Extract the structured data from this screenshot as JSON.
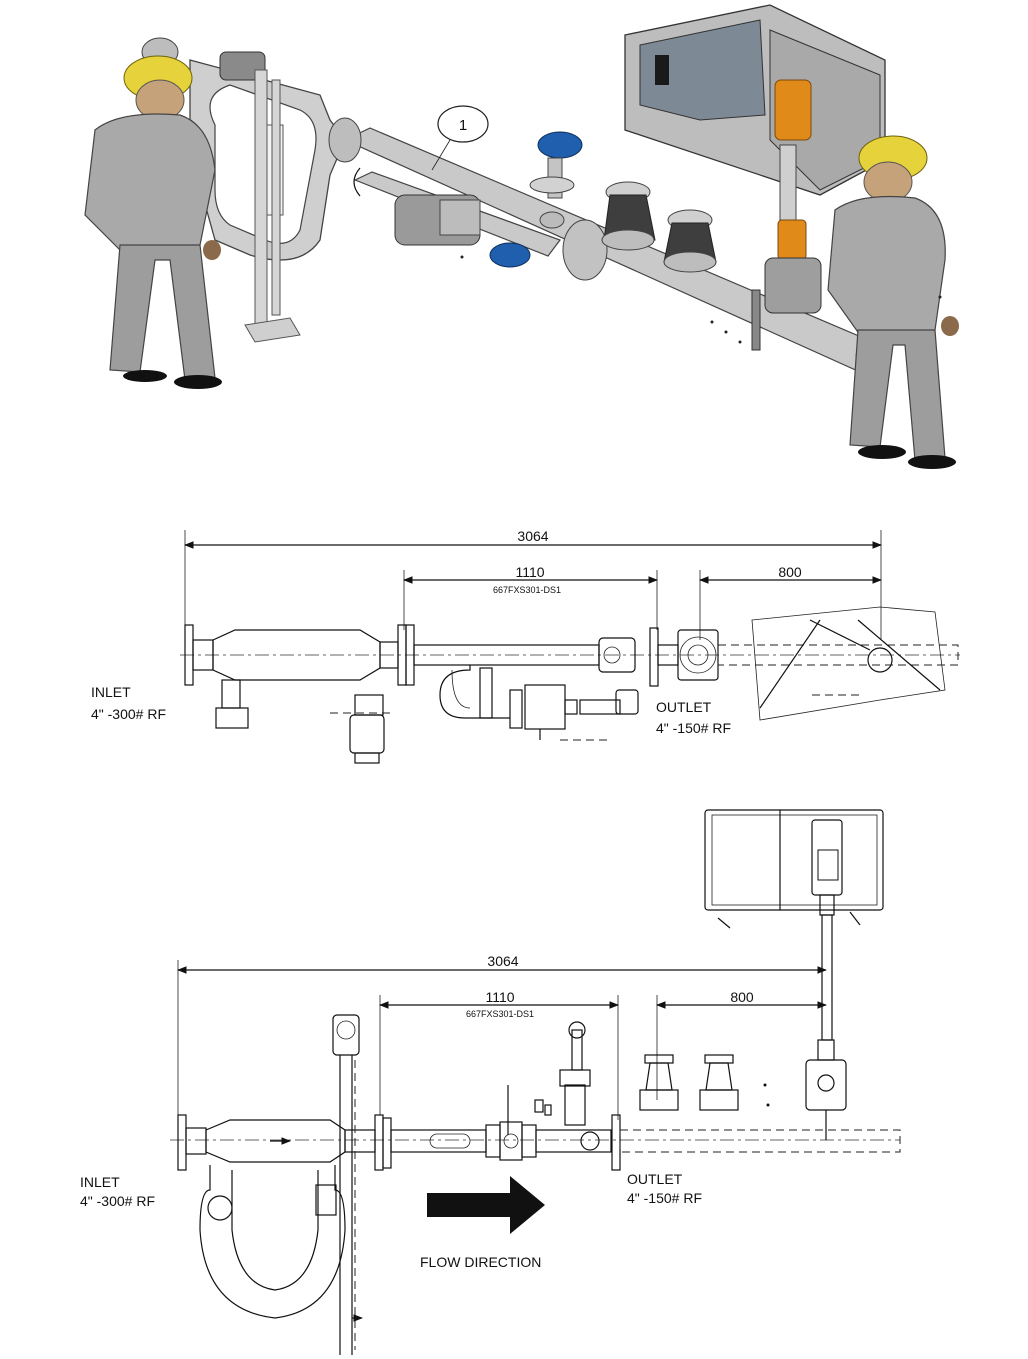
{
  "iso_view": {
    "callout_number": "1",
    "colors": {
      "helmet": "#e6d23a",
      "actuator": "#1f5fae",
      "analyzer": "#e08a1a",
      "pipe": "#c9c9c9",
      "worker": "#a9a9a9"
    }
  },
  "plan_view": {
    "overall_dim": "3064",
    "segment_dim": "1110",
    "segment_tag": "667FXS301-DS1",
    "right_dim": "800",
    "inlet_label": "INLET",
    "inlet_spec": "4\" -300# RF",
    "outlet_label": "OUTLET",
    "outlet_spec": "4\" -150# RF"
  },
  "elevation_view": {
    "overall_dim": "3064",
    "segment_dim": "1110",
    "segment_tag": "667FXS301-DS1",
    "right_dim": "800",
    "inlet_label": "INLET",
    "inlet_spec": "4\" -300# RF",
    "outlet_label": "OUTLET",
    "outlet_spec": "4\" -150# RF",
    "flow_label": "FLOW DIRECTION"
  }
}
